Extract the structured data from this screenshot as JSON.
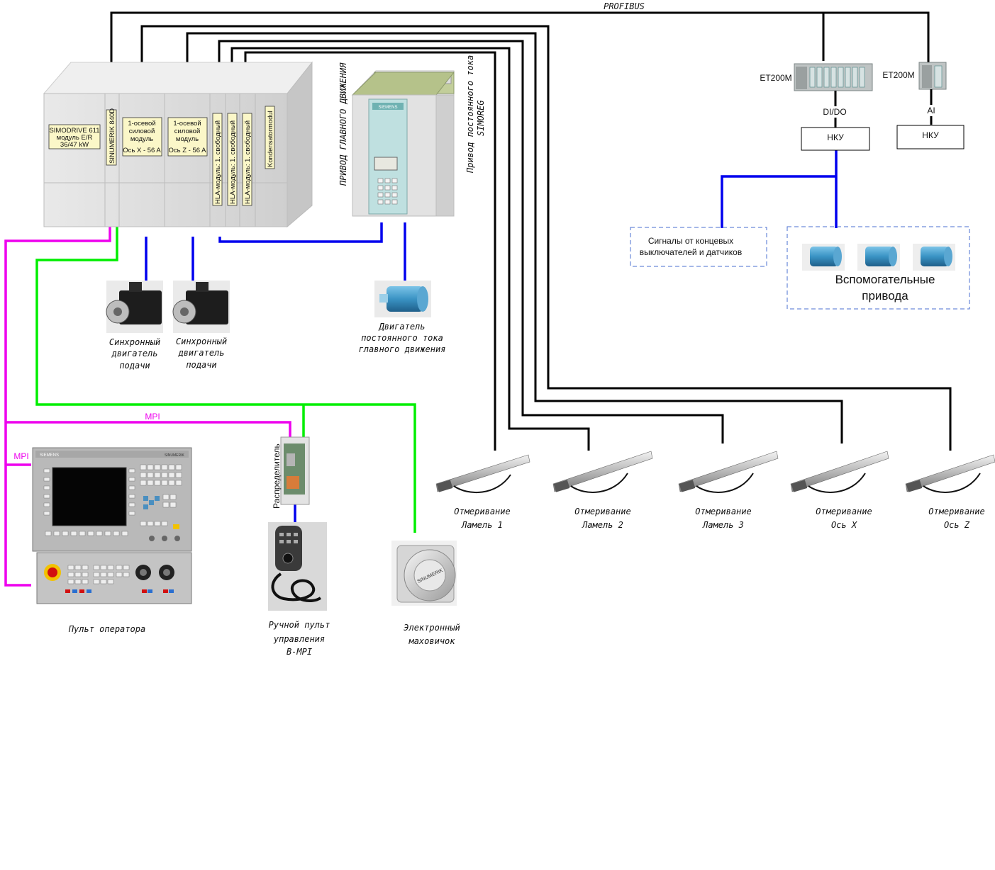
{
  "network": {
    "profibus": "PROFIBUS",
    "mpi_top": "MPI",
    "mpi_left": "MPI"
  },
  "drive_rack": {
    "simodrive_l1": "SIMODRIVE 611",
    "simodrive_l2": "модуль E/R",
    "simodrive_l3": "36/47 kW",
    "sinumerik": "SINUMERIK 840D",
    "axis_x_l1": "1-осевой",
    "axis_x_l2": "силовой",
    "axis_x_l3": "модуль",
    "axis_x_l4": "Ось X - 56 A",
    "axis_z_l1": "1-осевой",
    "axis_z_l2": "силовой",
    "axis_z_l3": "модуль",
    "axis_z_l4": "Ось Z - 56 A",
    "hla1": "HLA-модуль: 1. свободный",
    "hla2": "HLA-модуль: 1. свободный",
    "hla3": "HLA-модуль: 1. свободный",
    "kondensator": "Kondensatormodul"
  },
  "main_drive": {
    "vertical_label_1": "ПРИВОД ГЛАВНОГО ДВИЖЕНИЯ",
    "vertical_label_2a": "Привод постоянного тока",
    "vertical_label_2b": "SIMOREG",
    "brand": "SIEMENS"
  },
  "motors": {
    "sync1_l1": "Синхронный",
    "sync1_l2": "двигатель",
    "sync1_l3": "подачи",
    "sync2_l1": "Синхронный",
    "sync2_l2": "двигатель",
    "sync2_l3": "подачи",
    "dc_l1": "Двигатель",
    "dc_l2": "постоянного тока",
    "dc_l3": "главного движения"
  },
  "et200": {
    "left_title": "ET200M",
    "right_title": "ET200M",
    "left_io": "DI/DO",
    "right_io": "AI",
    "left_nku": "НКУ",
    "right_nku": "НКУ",
    "signals_l1": "Сигналы от концевых",
    "signals_l2": "выключателей и датчиков",
    "aux_l1": "Вспомогательные",
    "aux_l2": "привода"
  },
  "operator": {
    "brand_left": "SIEMENS",
    "brand_right": "SINUMERIK",
    "panel_label": "Пульт оператора",
    "distributor": "Распределитель",
    "handheld_l1": "Ручной пульт",
    "handheld_l2": "управления",
    "handheld_l3": "B-MPI",
    "wheel_l1": "Электронный",
    "wheel_l2": "маховичок",
    "wheel_brand": "SINUMERIK"
  },
  "encoders": [
    {
      "l1": "Отмеривание",
      "l2": "Ламель 1"
    },
    {
      "l1": "Отмеривание",
      "l2": "Ламель 2"
    },
    {
      "l1": "Отмеривание",
      "l2": "Ламель 3"
    },
    {
      "l1": "Отмеривание",
      "l2": "Ось X"
    },
    {
      "l1": "Отмеривание",
      "l2": "Ось Z"
    }
  ],
  "colors": {
    "profibus_line": "#000000",
    "power_line": "#0000ee",
    "mpi_line": "#ee00ee",
    "green_line": "#00ee00",
    "module_body": "#dcdcdc"
  }
}
